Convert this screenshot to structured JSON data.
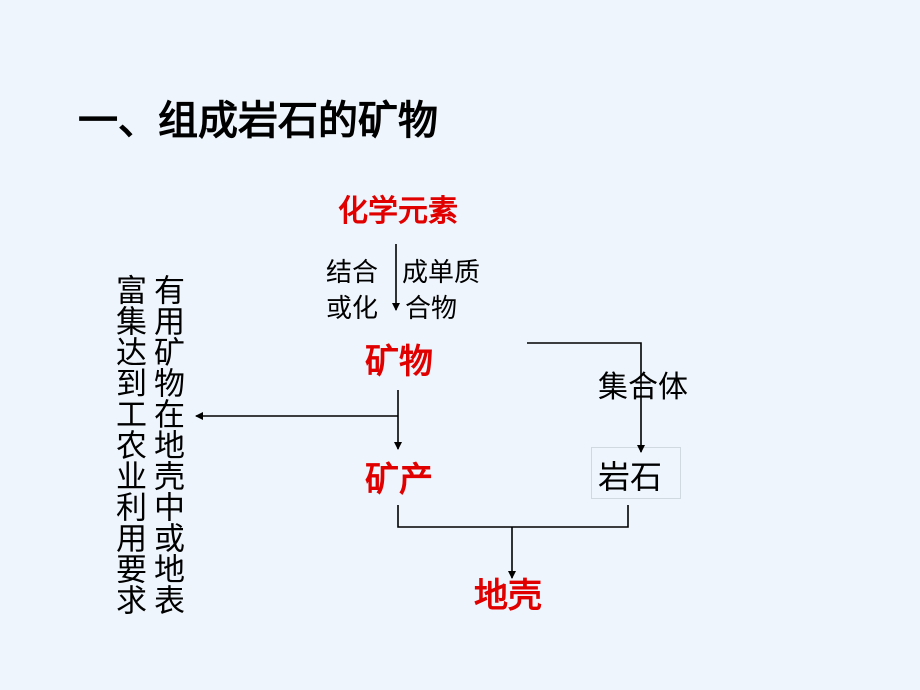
{
  "title": "一、组成岩石的矿物",
  "nodes": {
    "elements": "化学元素",
    "mineral": "矿物",
    "deposit": "矿产",
    "rock": "岩石",
    "crust": "地壳"
  },
  "edge_labels": {
    "left_line1": "结合",
    "left_line2": "或化",
    "right_line1": "成单质",
    "right_line2": "合物",
    "aggregate": "集合体"
  },
  "definition": {
    "column_right": "有用矿物在地壳中或地表",
    "column_left": "富集达到工农业利用要求"
  },
  "colors": {
    "background": "#eef5fc",
    "emphasis": "#e00000",
    "text": "#000000"
  }
}
